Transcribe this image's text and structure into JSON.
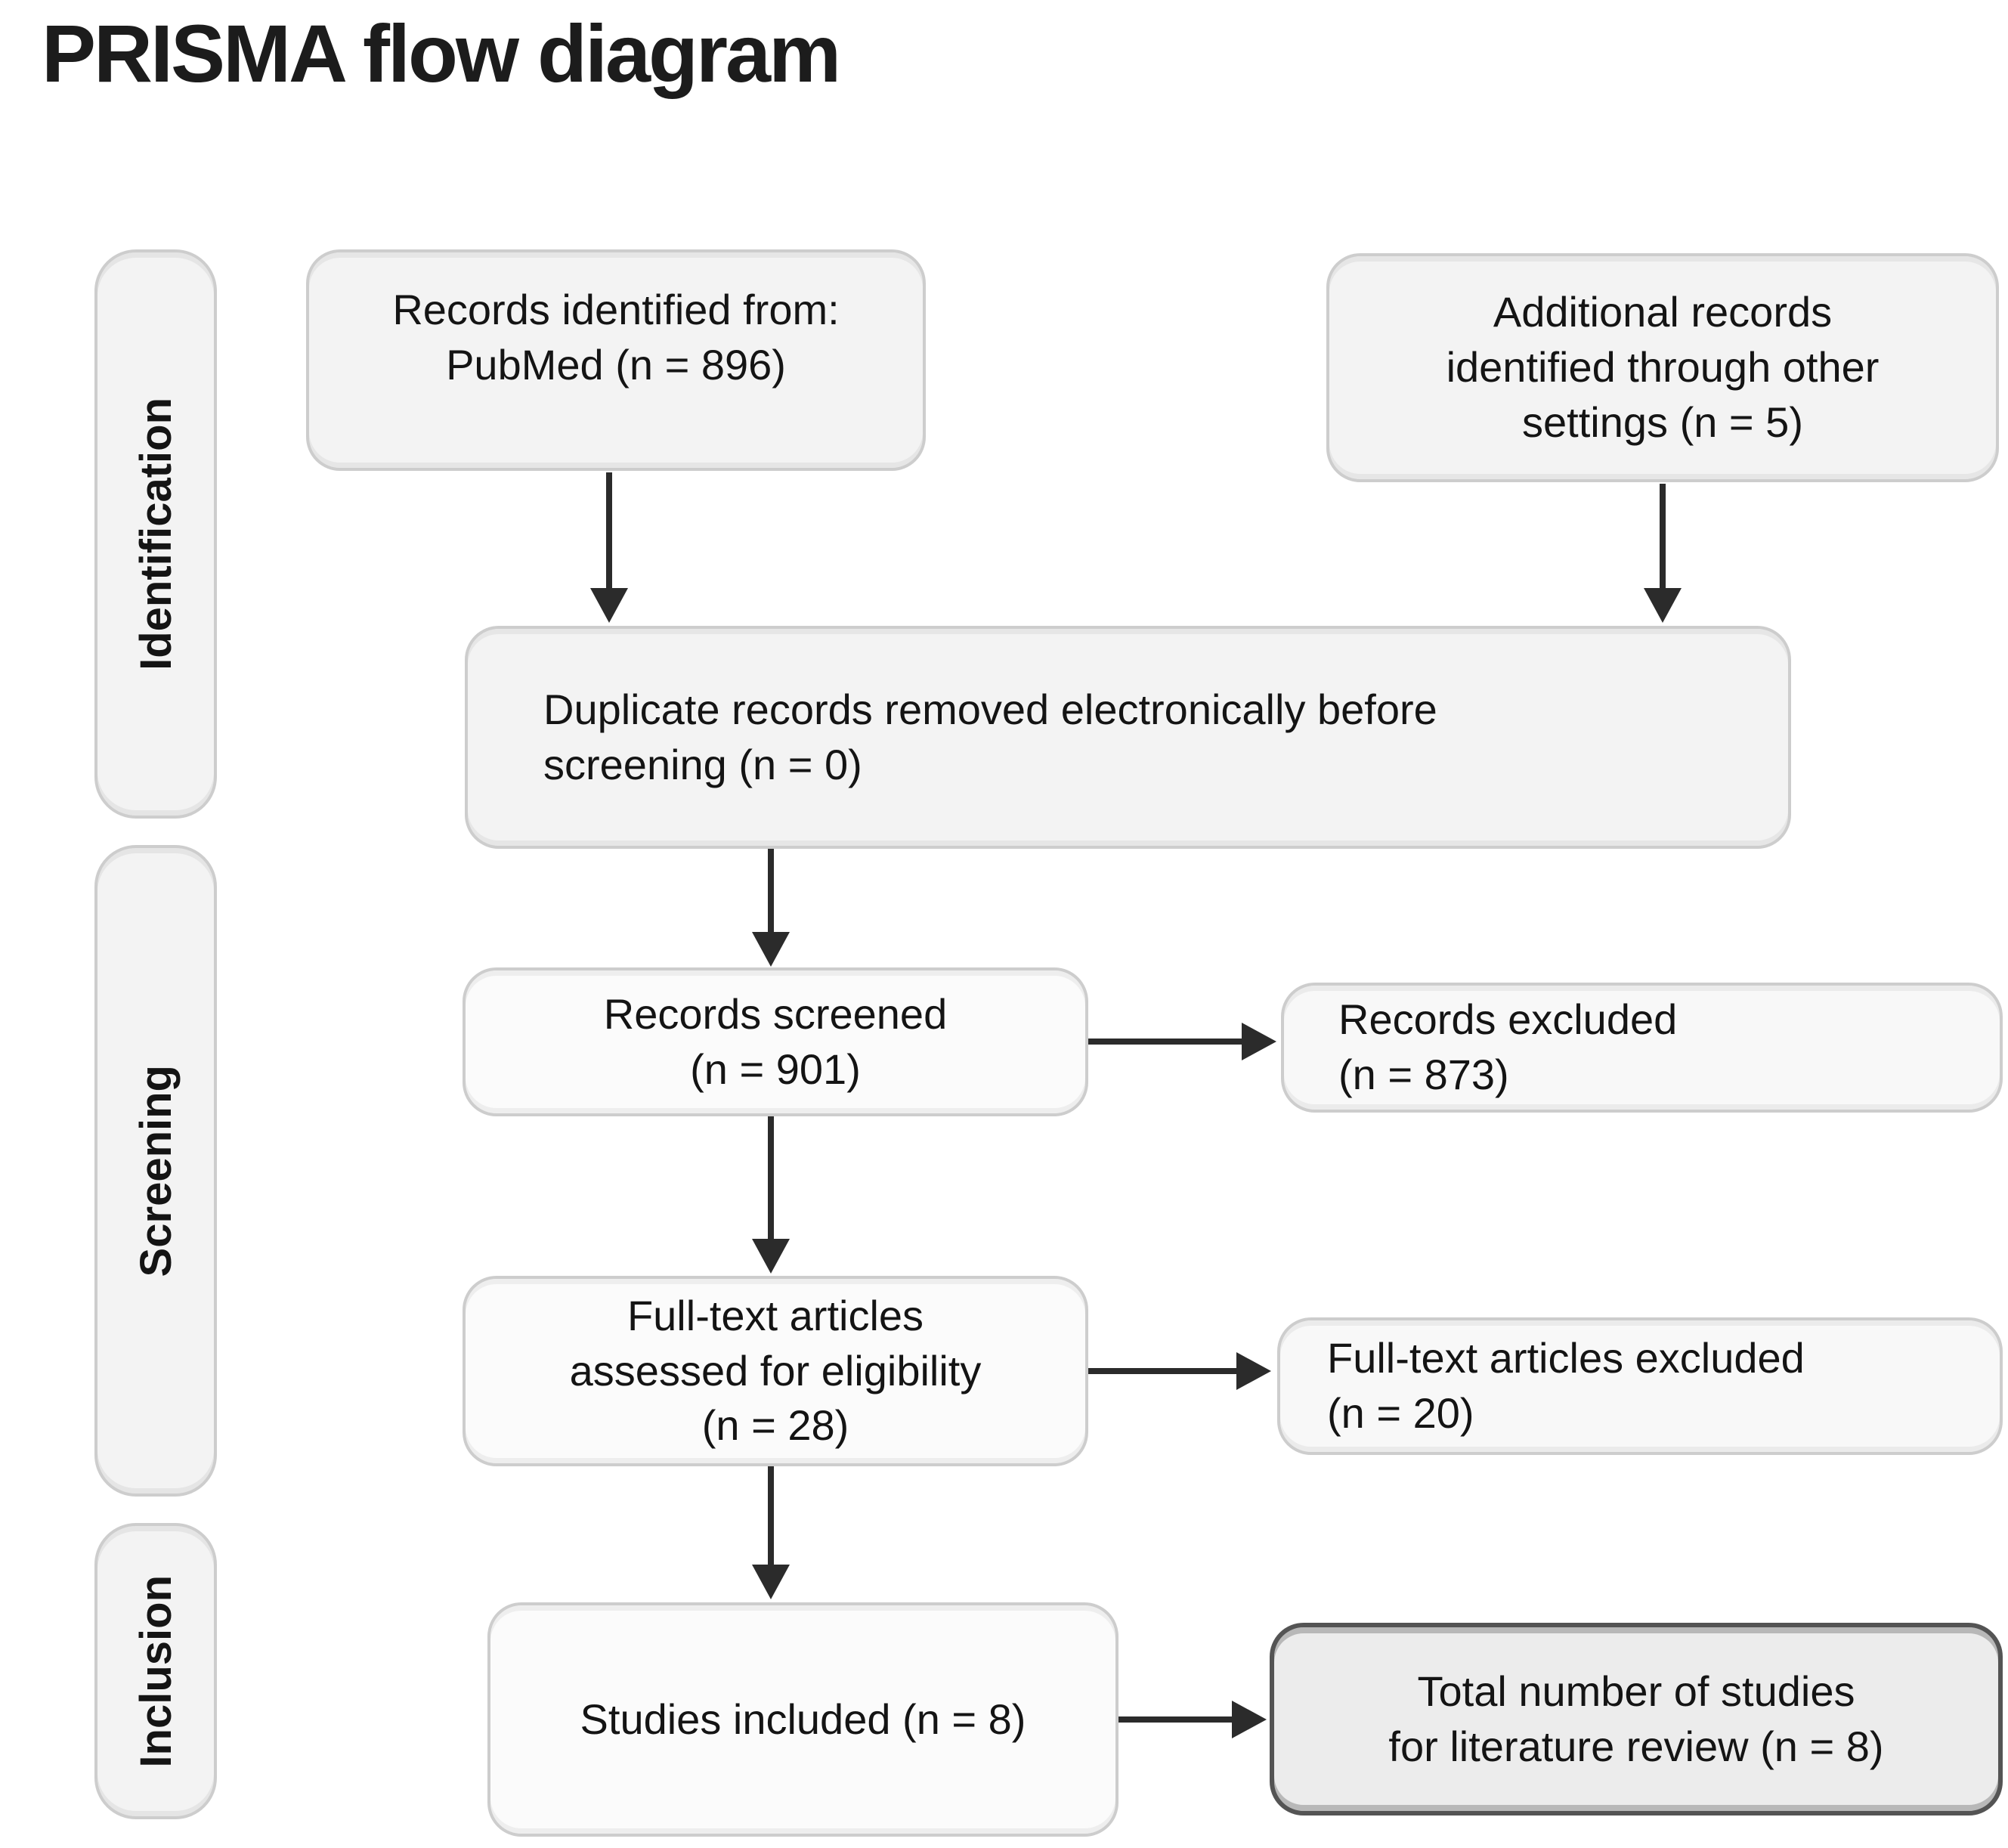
{
  "title": "PRISMA flow diagram",
  "sidebar": {
    "stages": [
      {
        "label": "Identification"
      },
      {
        "label": "Screening"
      },
      {
        "label": "Inclusion"
      }
    ]
  },
  "boxes": {
    "records_identified": {
      "lines": [
        "Records identified from:",
        "PubMed (n = 896)"
      ]
    },
    "additional_records": {
      "lines": [
        "Additional records",
        "identified through other",
        "settings (n = 5)"
      ]
    },
    "duplicates_removed": {
      "lines": [
        "Duplicate records removed electronically before",
        "screening (n = 0)"
      ]
    },
    "records_screened": {
      "lines": [
        "Records screened",
        "(n = 901)"
      ]
    },
    "records_excluded": {
      "lines": [
        "Records excluded",
        "(n = 873)"
      ]
    },
    "fulltext_assessed": {
      "lines": [
        "Full-text articles",
        "assessed for eligibility",
        "(n = 28)"
      ]
    },
    "fulltext_excluded": {
      "lines": [
        "Full-text articles excluded",
        "(n = 20)"
      ]
    },
    "studies_included": {
      "lines": [
        "Studies included (n = 8)"
      ]
    },
    "total_studies": {
      "lines": [
        "Total number of studies",
        "for literature review (n = 8)"
      ]
    }
  },
  "colors": {
    "box-fill": "#f3f3f3",
    "box-fill-bright": "#fbfbfb",
    "box-fill-soft": "#f8f8f8",
    "box-border": "#cdcdcd",
    "dark-box-fill": "#ececec",
    "dark-box-border": "#545454",
    "arrow": "#2b2b2b",
    "text": "#141414",
    "title": "#1c1c1c"
  }
}
